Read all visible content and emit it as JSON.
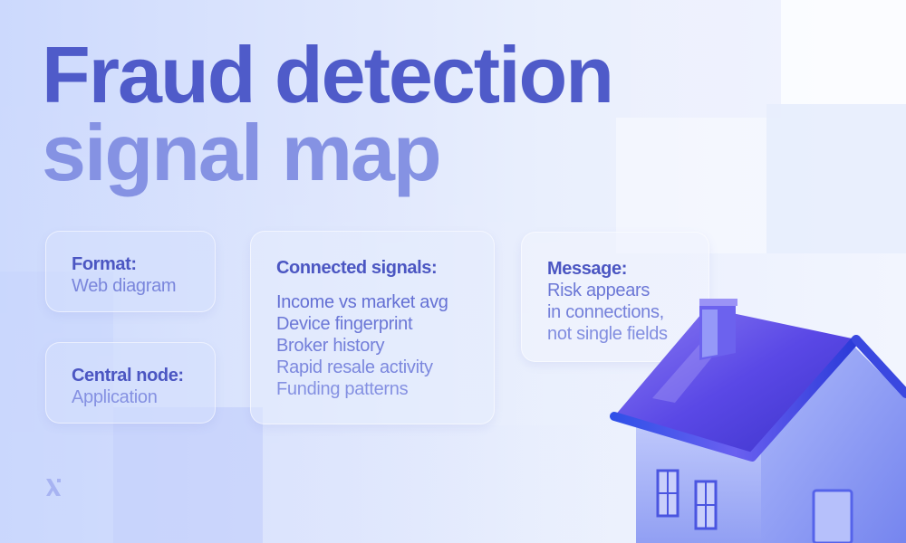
{
  "title": {
    "line1": "Fraud detection",
    "line2": "signal map"
  },
  "cards": {
    "format": {
      "label": "Format:",
      "value": "Web diagram"
    },
    "central_node": {
      "label": "Central node:",
      "value": "Application"
    },
    "connected_signals": {
      "label": "Connected signals:",
      "items": [
        "Income vs market avg",
        "Device fingerprint",
        "Broker history",
        "Rapid resale activity",
        "Funding patterns"
      ]
    },
    "message": {
      "label": "Message:",
      "lines": [
        "Risk appears",
        "in connections,",
        "not single fields"
      ]
    }
  },
  "logo": {
    "icon": "x-logo-icon"
  },
  "illustration": {
    "icon": "glass-house-icon"
  },
  "colors": {
    "title_primary": "#4f5bc9",
    "title_secondary": "#8592e3",
    "label": "#4b56c2",
    "value": "#7a86dc",
    "house": "#5a4fe0"
  }
}
